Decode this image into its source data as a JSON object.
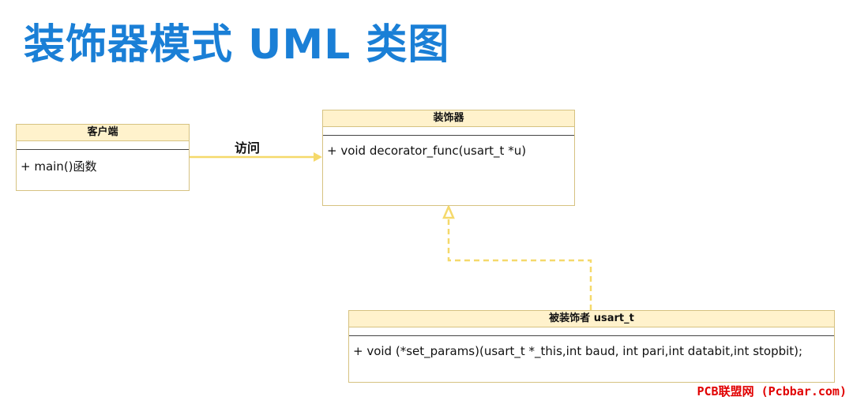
{
  "title": "装饰器模式 UML 类图",
  "classes": {
    "client": {
      "name": "客户端",
      "operations": [
        "+ main()函数"
      ]
    },
    "decorator": {
      "name": "装饰器",
      "operations": [
        "+ void decorator_func(usart_t *u)"
      ]
    },
    "decorated": {
      "name": "被装饰者 usart_t",
      "operations": [
        "+ void (*set_params)(usart_t *_this,int baud, int pari,int databit,int stopbit);"
      ]
    }
  },
  "relations": {
    "access": {
      "label": "访问",
      "type": "association",
      "from": "客户端",
      "to": "装饰器"
    },
    "realization": {
      "type": "dashed-realization",
      "from": "被装饰者 usart_t",
      "to": "装饰器"
    }
  },
  "colors": {
    "title": "#1a7fd6",
    "class_header": "#fff2cc",
    "class_border": "#d6c281",
    "connector": "#f5d96b",
    "watermark": "#e10000"
  },
  "watermark": "PCB联盟网 (Pcbbar.com)"
}
